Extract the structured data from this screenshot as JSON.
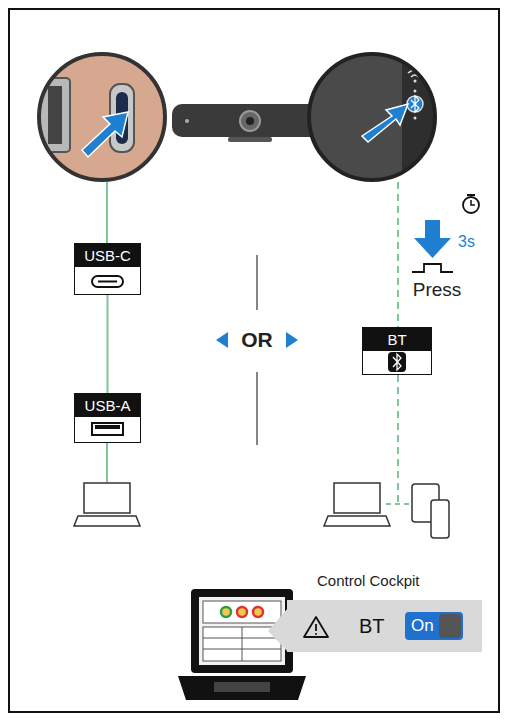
{
  "diagram": {
    "nodes": [
      {
        "text": [
          "USB-C"
        ]
      },
      {
        "text": [
          "BT"
        ]
      },
      {
        "text": [
          "USB-A"
        ]
      },
      {
        "text": [
          "Control Cockpit",
          "BT"
        ]
      },
      {
        "text": [
          "On"
        ],
        "in": 3
      }
    ],
    "edges": [
      {
        "from": 0,
        "to": 2,
        "arrow": "none"
      }
    ],
    "labels": [
      "OR",
      "3s",
      "Press"
    ]
  }
}
